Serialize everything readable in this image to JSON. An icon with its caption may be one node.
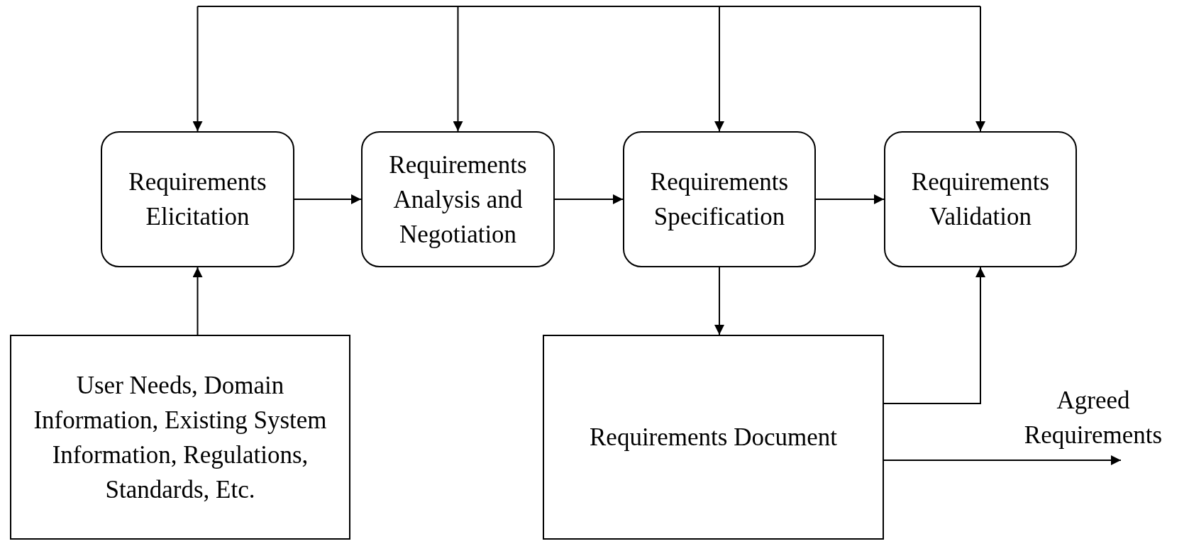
{
  "diagram": {
    "nodes": [
      {
        "text": [
          "Requirements Elicitation"
        ]
      },
      {
        "text": [
          "Requirements Analysis and Negotiation"
        ]
      },
      {
        "text": [
          "Requirements Specification"
        ]
      },
      {
        "text": [
          "Requirements Validation"
        ]
      },
      {
        "text": [
          "User Needs, Domain Information, Existing System Information, Regulations, Standards, Etc."
        ]
      },
      {
        "text": [
          "Requirements Document"
        ]
      },
      {
        "text": [
          "Agreed Requirements"
        ]
      }
    ],
    "edges": [
      {
        "from": null,
        "to": 0,
        "arrow": "to"
      },
      {
        "from": null,
        "to": 1,
        "arrow": "to"
      },
      {
        "from": null,
        "to": 2,
        "arrow": "to"
      },
      {
        "from": null,
        "to": 3,
        "arrow": "to"
      },
      {
        "from": 0,
        "to": 1,
        "arrow": "to"
      },
      {
        "from": 1,
        "to": 2,
        "arrow": "to"
      },
      {
        "from": 2,
        "to": 3,
        "arrow": "to"
      },
      {
        "from": 4,
        "to": 0,
        "arrow": "to"
      },
      {
        "from": 2,
        "to": 5,
        "arrow": "to"
      },
      {
        "from": 5,
        "to": 3,
        "arrow": "to"
      },
      {
        "from": 5,
        "to": 6,
        "arrow": "to"
      }
    ]
  }
}
